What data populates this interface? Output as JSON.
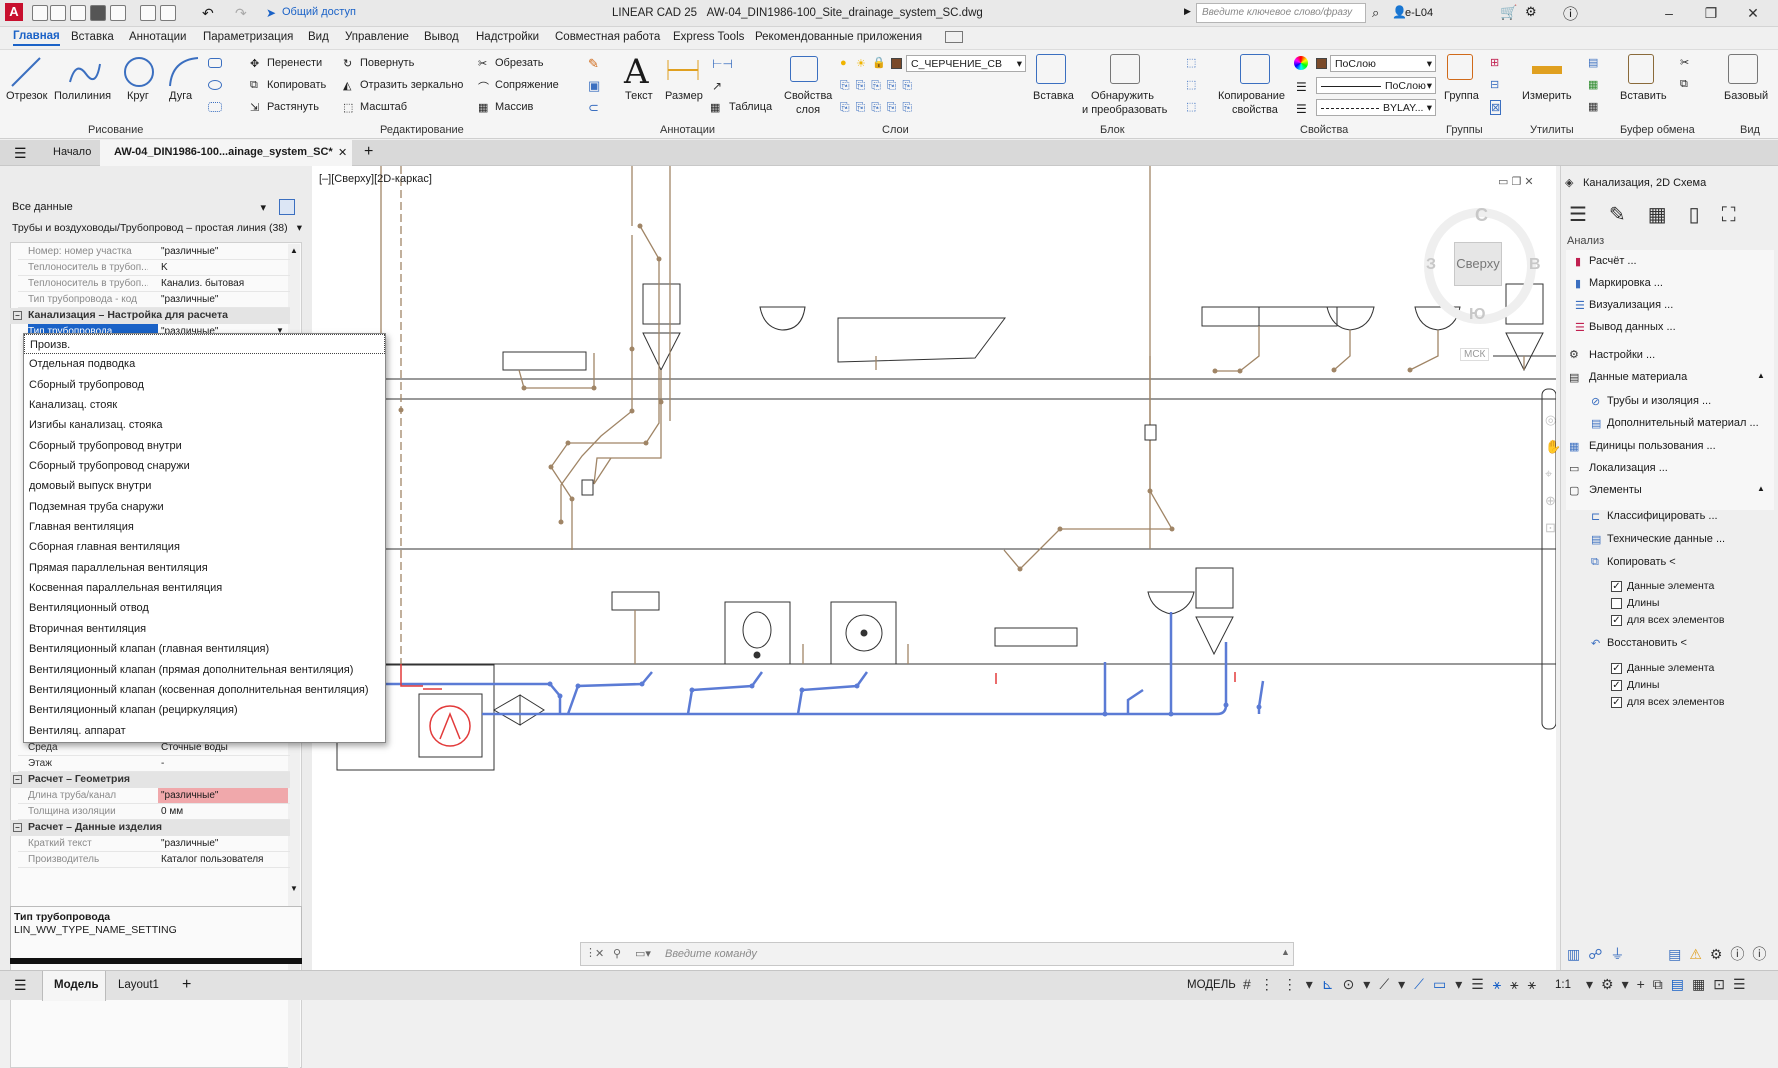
{
  "title": {
    "app": "LINEAR CAD 25",
    "file": "AW-04_DIN1986-100_Site_drainage_system_SC.dwg",
    "share": "Общий доступ",
    "search_placeholder": "Введите ключевое слово/фразу",
    "user": "e-L04"
  },
  "menu_tabs": [
    "Главная",
    "Вставка",
    "Аннотации",
    "Параметризация",
    "Вид",
    "Управление",
    "Вывод",
    "Надстройки",
    "Совместная работа",
    "Express Tools",
    "Рекомендованные приложения"
  ],
  "ribbon": {
    "draw": {
      "line": "Отрезок",
      "polyline": "Полилиния",
      "circle": "Круг",
      "arc": "Дуга",
      "panel": "Рисование"
    },
    "modify": {
      "move": "Перенести",
      "rotate": "Повернуть",
      "trim": "Обрезать",
      "copy": "Копировать",
      "mirror": "Отразить зеркально",
      "fillet": "Сопряжение",
      "stretch": "Растянуть",
      "scale": "Масштаб",
      "array": "Массив",
      "panel": "Редактирование"
    },
    "annotation": {
      "text": "Текст",
      "dimension": "Размер",
      "table": "Таблица",
      "panel": "Аннотации"
    },
    "layers": {
      "props1": "Свойства",
      "props2": "слоя",
      "layer_name": "С_ЧЕРЧЕНИЕ_СВ",
      "panel": "Слои"
    },
    "block": {
      "insert": "Вставка",
      "detect1": "Обнаружить",
      "detect2": "и преобразовать",
      "panel": "Блок"
    },
    "properties": {
      "copy1": "Копирование",
      "copy2": "свойства",
      "color": "ПоСлою",
      "linetype": "ПоСлою",
      "lineweight": "BYLAY...",
      "panel": "Свойства"
    },
    "groups": {
      "group": "Группа",
      "panel": "Группы"
    },
    "utilities": {
      "measure": "Измерить",
      "panel": "Утилиты"
    },
    "clipboard": {
      "paste": "Вставить",
      "panel": "Буфер обмена"
    },
    "view": {
      "base": "Базовый",
      "panel": "Вид"
    }
  },
  "file_tabs": {
    "start": "Начало",
    "current": "AW-04_DIN1986-100...ainage_system_SC*"
  },
  "left_panel": {
    "filter": "Все данные",
    "selection": "Трубы и воздуховоды/Трубопровод – простая линия (38)",
    "props_top": [
      {
        "k": "Номер: номер участка",
        "v": "\"различные\""
      },
      {
        "k": "Теплоноситель в трубоп...",
        "v": "K"
      },
      {
        "k": "Теплоноситель в трубоп...",
        "v": "Канализ. бытовая"
      },
      {
        "k": "Тип трубопровода - код",
        "v": "\"различные\""
      }
    ],
    "section1": "Канализация – Настройка для расчета",
    "selected_key": "Тип трубопровода",
    "selected_val": "\"различные\"",
    "dropdown_items": [
      "Произв.",
      "Отдельная подводка",
      "Сборный трубопровод",
      "Канализац. стояк",
      "Изгибы канализац. стояка",
      "Сборный трубопровод внутри",
      "Сборный трубопровод снаружи",
      "домовый выпуск внутри",
      "Подземная труба снаружи",
      "Главная вентиляция",
      "Сборная главная вентиляция",
      "Прямая параллельная вентиляция",
      "Косвенная параллельная вентиляция",
      "Вентиляционный отвод",
      "Вторичная вентиляция",
      "Вентиляционный клапан (главная вентиляция)",
      "Вентиляционный клапан (прямая дополнительная вентиляция)",
      "Вентиляционный клапан (косвенная дополнительная вентиляция)",
      "Вентиляционный клапан (рециркуляция)",
      "Вентиляц. аппарат"
    ],
    "props_mid": [
      {
        "k": "Среда",
        "v": "Сточные воды"
      },
      {
        "k": "Этаж",
        "v": "-"
      }
    ],
    "section2": "Расчет – Геометрия",
    "props_geo": [
      {
        "k": "Длина труба/канал",
        "v": "\"различные\""
      },
      {
        "k": "Толщина изоляции",
        "v": "0 мм"
      }
    ],
    "section3": "Расчет – Данные изделия",
    "props_prod": [
      {
        "k": "Краткий текст",
        "v": "\"различные\""
      },
      {
        "k": "Производитель",
        "v": "Каталог пользователя"
      }
    ],
    "desc_title": "Тип трубопровода",
    "desc_text": "LIN_WW_TYPE_NAME_SETTING"
  },
  "viewport": {
    "label": "[–][Сверху][2D-каркас]",
    "viewcube_top": "Сверху",
    "north": "С",
    "south": "Ю",
    "west": "З",
    "east": "В",
    "ucs": "МСК"
  },
  "right_panel": {
    "title": "Канализация, 2D Схема",
    "analysis": "Анализ",
    "items": [
      "Расчёт ...",
      "Маркировка ...",
      "Визуализация ...",
      "Вывод данных ..."
    ],
    "settings": "Настройки ...",
    "material_section": "Данные материала",
    "material_items": [
      "Трубы и изоляция ...",
      "Дополнительный материал ..."
    ],
    "units": "Единицы пользования ...",
    "localization": "Локализация ...",
    "elements_section": "Элементы",
    "element_items": [
      "Классифицировать ...",
      "Технические данные ..."
    ],
    "copy": "Копировать <",
    "copy_checks": [
      "Данные элемента",
      "Длины",
      "для всех элементов"
    ],
    "copy_checked": [
      true,
      false,
      true
    ],
    "restore": "Восстановить <",
    "restore_checks": [
      "Данные элемента",
      "Длины",
      "для всех элементов"
    ],
    "restore_checked": [
      true,
      true,
      true
    ]
  },
  "command_placeholder": "Введите команду",
  "status": {
    "layout_tabs": [
      "Модель",
      "Layout1"
    ],
    "model": "МОДЕЛЬ",
    "scale": "1:1"
  },
  "colors": {
    "accent": "#1a62c7",
    "pipe_brown": "#a08566",
    "pipe_blue": "#5b7bd5",
    "highlight_red": "#e23a3a",
    "selected_row": "#1a62c7"
  }
}
